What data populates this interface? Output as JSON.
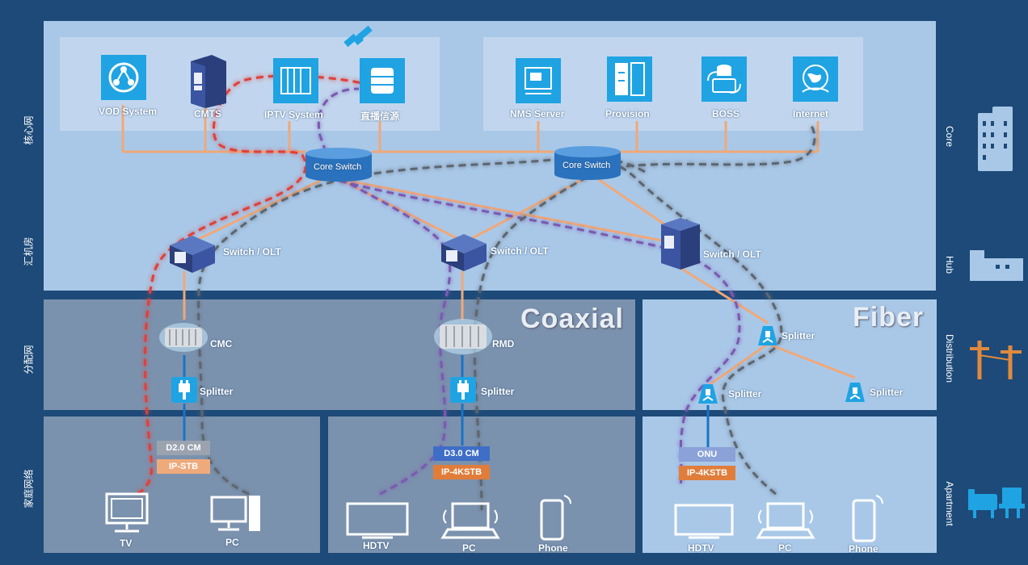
{
  "side_labels_left": [
    "核心网",
    "汇机房",
    "分配网",
    "家庭网络"
  ],
  "side_labels_right": [
    "Core",
    "Hub",
    "Distribution",
    "Apartment"
  ],
  "section_titles": {
    "coaxial": "Coaxial",
    "fiber": "Fiber"
  },
  "services_left": [
    {
      "label": "VOD System",
      "icon": "globe-network-icon"
    },
    {
      "label": "CMTS",
      "icon": "server-tower-icon"
    },
    {
      "label": "IPTV System",
      "icon": "server-rack-icon"
    },
    {
      "label": "直播信源",
      "icon": "storage-box-icon"
    }
  ],
  "services_right": [
    {
      "label": "NMS Server",
      "icon": "nms-server-icon"
    },
    {
      "label": "Provision",
      "icon": "provision-rack-icon"
    },
    {
      "label": "BOSS",
      "icon": "boss-database-icon"
    },
    {
      "label": "Internet",
      "icon": "internet-globe-icon"
    }
  ],
  "core_switches": [
    "Core Switch",
    "Core Switch"
  ],
  "olt_switches": [
    "Switch / OLT",
    "Switch / OLT",
    "Switch / OLT"
  ],
  "distribution": {
    "cmc": "CMC",
    "rmd": "RMD",
    "splitter": "Splitter"
  },
  "home_devices": {
    "d20_cm": "D2.0 CM",
    "ip_stb": "IP-STB",
    "d30_cm": "D3.0 CM",
    "ip_4kstb": "IP-4KSTB",
    "onu": "ONU"
  },
  "terminals": {
    "tv": "TV",
    "pc": "PC",
    "hdtv": "HDTV",
    "phone": "Phone"
  },
  "colors": {
    "background": "#1d4a78",
    "core_panel": "#a9c8e8",
    "coax_panel": "#7b92ae",
    "tile": "#1fa3e3",
    "orange_link": "#f0a878",
    "red_path": "#e0413a",
    "purple_path": "#7a5ab0",
    "gray_path": "#5d6670",
    "blue_link": "#1b73c4"
  }
}
